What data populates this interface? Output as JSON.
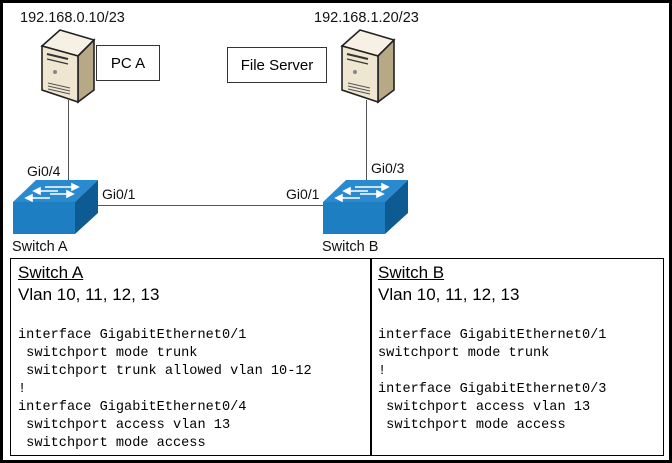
{
  "topology": {
    "pc_a": {
      "ip": "192.168.0.10/23",
      "label": "PC A"
    },
    "file_server": {
      "ip": "192.168.1.20/23",
      "label": "File Server"
    },
    "switch_a": {
      "label": "Switch A",
      "port_to_pc": "Gi0/4",
      "port_trunk": "Gi0/1"
    },
    "switch_b": {
      "label": "Switch B",
      "port_to_server": "Gi0/3",
      "port_trunk": "Gi0/1"
    },
    "colors": {
      "switch_blue": "#1d7fc1",
      "switch_dark": "#0e5b93",
      "server_beige": "#efe6d2"
    }
  },
  "config": {
    "switch_a": {
      "title": "Switch A",
      "vlans": "Vlan 10, 11, 12, 13",
      "lines": [
        "interface GigabitEthernet0/1",
        " switchport mode trunk",
        " switchport trunk allowed vlan 10-12",
        "!",
        "interface GigabitEthernet0/4",
        " switchport access vlan 13",
        " switchport mode access"
      ]
    },
    "switch_b": {
      "title": "Switch B",
      "vlans": "Vlan 10, 11, 12, 13",
      "lines": [
        "interface GigabitEthernet0/1",
        "switchport mode trunk",
        "!",
        "interface GigabitEthernet0/3",
        " switchport access vlan 13",
        " switchport mode access"
      ]
    }
  }
}
